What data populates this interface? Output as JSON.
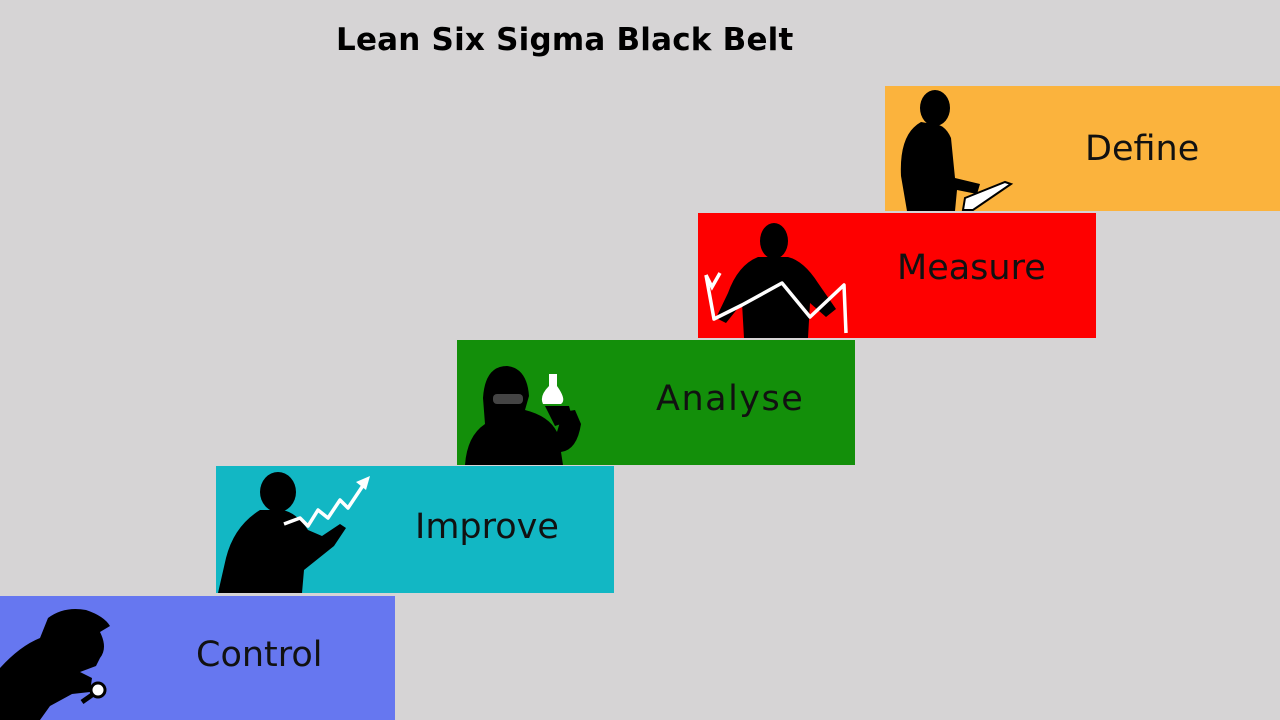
{
  "title": "Lean Six Sigma Black Belt",
  "steps": [
    {
      "label": "Define",
      "color": "#fbb33d",
      "icon": "person-with-tablet-icon"
    },
    {
      "label": "Measure",
      "color": "#fe0000",
      "icon": "person-with-line-graph-icon"
    },
    {
      "label": "Analyse",
      "color": "#138f0a",
      "icon": "scientist-with-flask-icon"
    },
    {
      "label": "Improve",
      "color": "#12b7c4",
      "icon": "person-drawing-trend-arrow-icon"
    },
    {
      "label": "Control",
      "color": "#6677f0",
      "icon": "inspector-with-magnifier-icon"
    }
  ]
}
